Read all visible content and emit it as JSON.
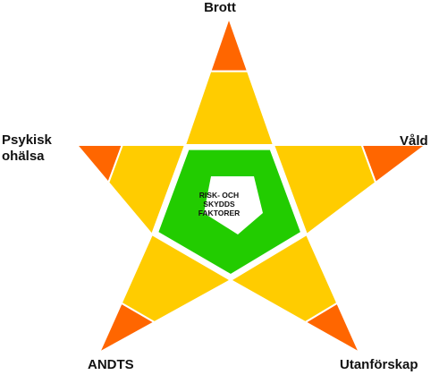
{
  "center_label": "RISK- OCH SKYDDS FAKTORER",
  "labels": {
    "top": "Brott",
    "right": "Våld",
    "left": "Psykisk ohälsa",
    "bottom_left": "ANDTS",
    "bottom_right": "Utanförskap"
  },
  "colors": {
    "outer_tip": "#ff6600",
    "middle_band": "#ffcc00",
    "center_ring": "#22cc00",
    "core": "#ffffff",
    "divider": "#ffffff"
  }
}
